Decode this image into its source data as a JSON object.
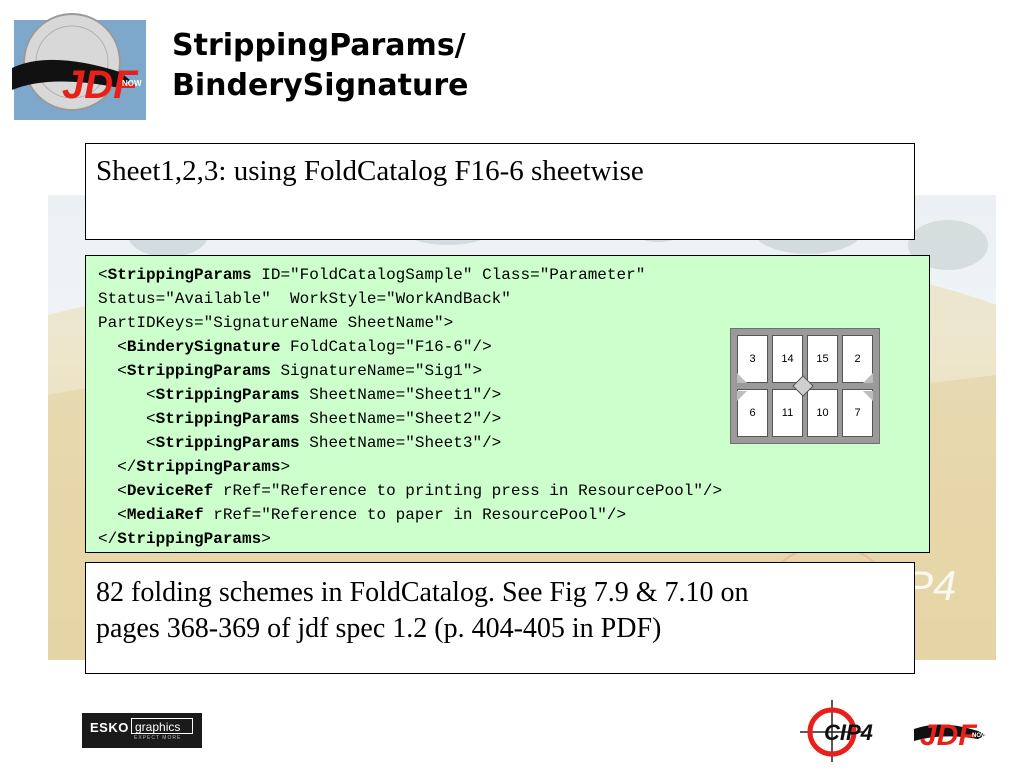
{
  "slide": {
    "title_lines": [
      "StrippingParams/",
      "BinderySignature"
    ]
  },
  "top_box": {
    "text": "Sheet1,2,3: using FoldCatalog F16-6 sheetwise"
  },
  "code": {
    "lines": [
      {
        "pre": "<",
        "tag": "StrippingParams",
        "rest": " ID=\"FoldCatalogSample\" Class=\"Parameter\""
      },
      {
        "pre": "Status=\"Available\"  WorkStyle=\"WorkAndBack\"",
        "tag": "",
        "rest": ""
      },
      {
        "pre": "PartIDKeys=\"SignatureName SheetName\">",
        "tag": "",
        "rest": ""
      },
      {
        "pre": "  <",
        "tag": "BinderySignature",
        "rest": " FoldCatalog=\"F16-6\"/>"
      },
      {
        "pre": "  <",
        "tag": "StrippingParams",
        "rest": " SignatureName=\"Sig1\">"
      },
      {
        "pre": "     <",
        "tag": "StrippingParams",
        "rest": " SheetName=\"Sheet1\"/>"
      },
      {
        "pre": "     <",
        "tag": "StrippingParams",
        "rest": " SheetName=\"Sheet2\"/>"
      },
      {
        "pre": "     <",
        "tag": "StrippingParams",
        "rest": " SheetName=\"Sheet3\"/>"
      },
      {
        "pre": "  </",
        "tag": "StrippingParams",
        "rest": ">"
      },
      {
        "pre": "  <",
        "tag": "DeviceRef",
        "rest": " rRef=\"Reference to printing press in ResourcePool\"/>"
      },
      {
        "pre": "  <",
        "tag": "MediaRef",
        "rest": " rRef=\"Reference to paper in ResourcePool\"/>"
      },
      {
        "pre": "</",
        "tag": "StrippingParams",
        "rest": ">"
      }
    ]
  },
  "fold_diagram": {
    "top_row": [
      "3",
      "14",
      "15",
      "2"
    ],
    "bottom_row": [
      "6",
      "11",
      "10",
      "7"
    ]
  },
  "bottom_box": {
    "lines": [
      "82 folding schemes in FoldCatalog. See Fig 7.9 & 7.10 on",
      "pages 368-369 of jdf spec 1.2 (p. 404-405 in PDF)"
    ]
  },
  "logos": {
    "jdf_text": "JDF",
    "now_text": "NOW",
    "esko_word": "ESKO",
    "esko_graphics": "graphics",
    "esko_tagline": "EXPECT MORE",
    "cip4_text": "CIP4"
  },
  "colors": {
    "code_bg": "#ccffcc",
    "jdf_red": "#e8201a",
    "title": "#000000"
  }
}
